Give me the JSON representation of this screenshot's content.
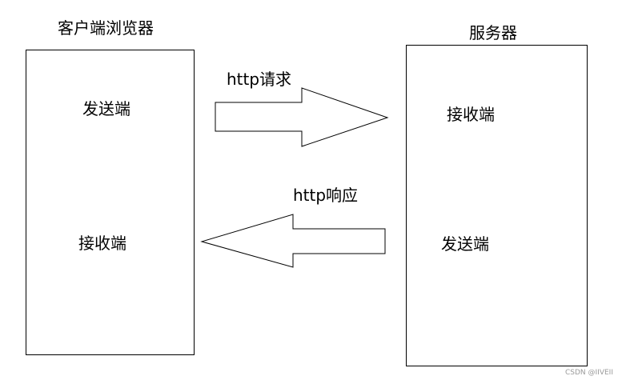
{
  "client": {
    "title": "客户端浏览器",
    "sender_label": "发送端",
    "receiver_label": "接收端"
  },
  "server": {
    "title": "服务器",
    "receiver_label": "接收端",
    "sender_label": "发送端"
  },
  "arrows": {
    "request_label": "http请求",
    "response_label": "http响应"
  },
  "watermark": "CSDN @IIVEII"
}
